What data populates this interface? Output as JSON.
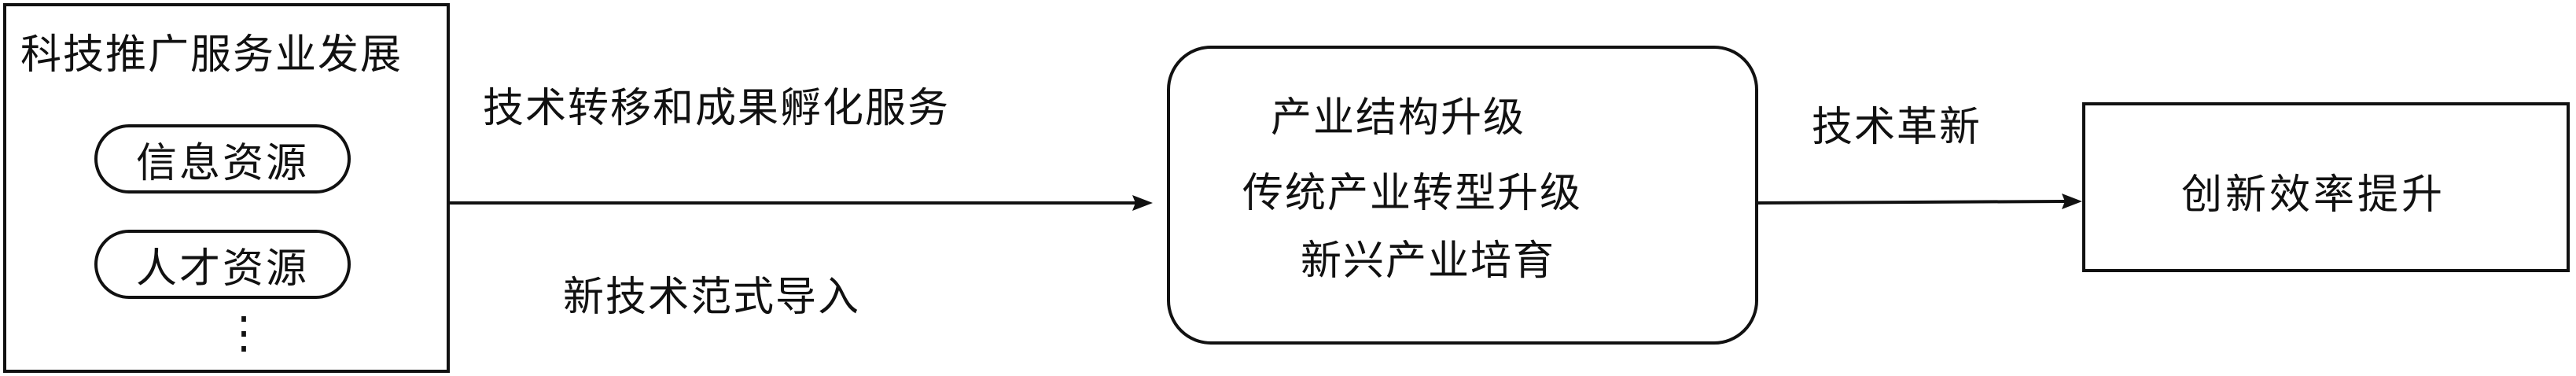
{
  "left_box": {
    "title": "科技推广服务业发展",
    "items": [
      "信息资源",
      "人才资源"
    ],
    "ellipsis": "⋮"
  },
  "arrow1": {
    "top_label": "技术转移和成果孵化服务",
    "bottom_label": "新技术范式导入"
  },
  "middle_box": {
    "lines": [
      "产业结构升级",
      "传统产业转型升级",
      "新兴产业培育"
    ]
  },
  "arrow2": {
    "label": "技术革新"
  },
  "right_box": {
    "label": "创新效率提升"
  }
}
